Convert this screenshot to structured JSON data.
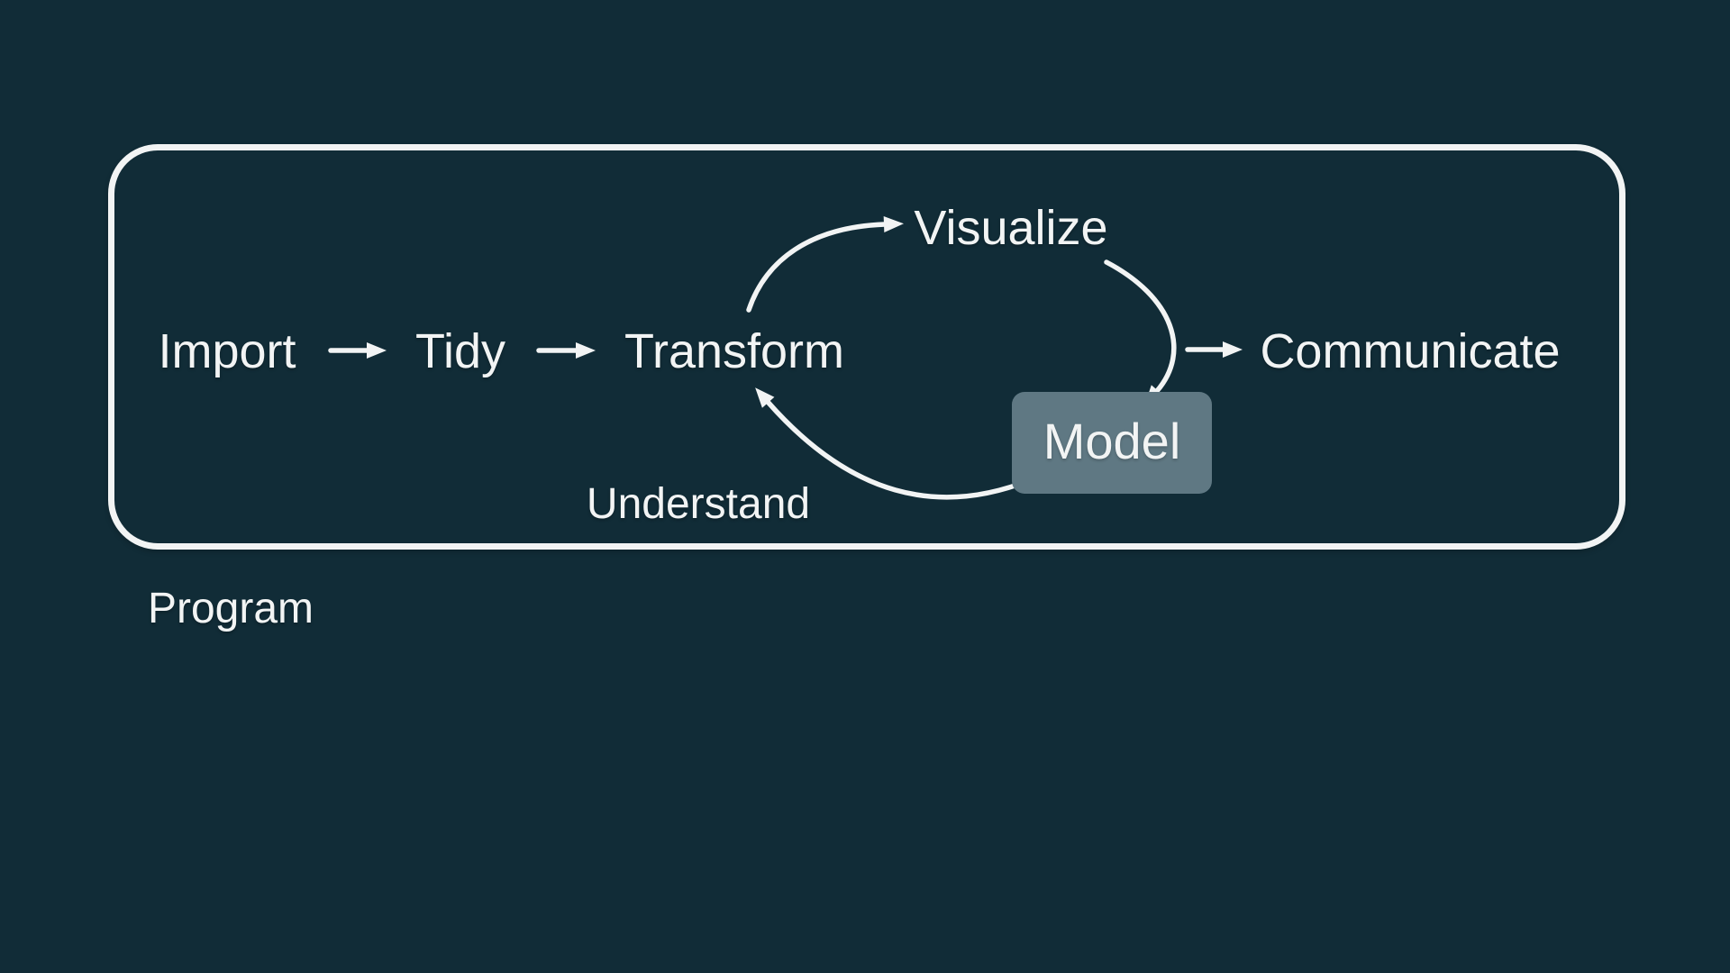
{
  "colors": {
    "background": "#112c37",
    "foreground": "#f2f4f4",
    "model_box": "#5f7883"
  },
  "diagram": {
    "nodes": {
      "import": "Import",
      "tidy": "Tidy",
      "transform": "Transform",
      "visualize": "Visualize",
      "model": "Model",
      "communicate": "Communicate"
    },
    "understand_label": "Understand",
    "program_label": "Program"
  }
}
